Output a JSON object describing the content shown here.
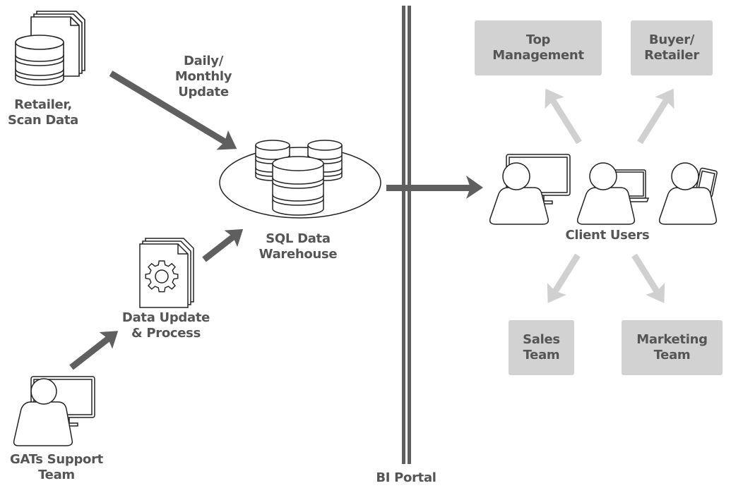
{
  "diagram": {
    "nodes": {
      "retailer_scan_data": {
        "label": "Retailer,\nScan Data",
        "icon": "database-documents-icon"
      },
      "sql_data_warehouse": {
        "label": "SQL Data\nWarehouse",
        "icon": "database-cluster-icon"
      },
      "data_update_process": {
        "label": "Data Update\n& Process",
        "icon": "gear-document-icon"
      },
      "gats_support_team": {
        "label": "GATs Support\nTeam",
        "icon": "user-desktop-icon"
      },
      "client_users": {
        "label": "Client Users",
        "icons": [
          "user-desktop-icon",
          "user-laptop-icon",
          "user-tablet-icon"
        ]
      },
      "bi_portal": {
        "label": "BI Portal",
        "icon": "double-line-divider"
      }
    },
    "edge_labels": {
      "retailer_to_warehouse": "Daily/\nMonthly\nUpdate"
    },
    "audience_boxes": [
      {
        "id": "top_management",
        "label": "Top\nManagement"
      },
      {
        "id": "buyer_retailer",
        "label": "Buyer/\nRetailer"
      },
      {
        "id": "sales_team",
        "label": "Sales\nTeam"
      },
      {
        "id": "marketing_team",
        "label": "Marketing\nTeam"
      }
    ],
    "edges": [
      {
        "from": "retailer_scan_data",
        "to": "sql_data_warehouse",
        "style": "dark"
      },
      {
        "from": "gats_support_team",
        "to": "data_update_process",
        "style": "dark"
      },
      {
        "from": "data_update_process",
        "to": "sql_data_warehouse",
        "style": "dark"
      },
      {
        "from": "sql_data_warehouse",
        "to": "client_users",
        "style": "dark",
        "crosses": "bi_portal"
      },
      {
        "from": "client_users",
        "to": "top_management",
        "style": "light"
      },
      {
        "from": "client_users",
        "to": "buyer_retailer",
        "style": "light"
      },
      {
        "from": "client_users",
        "to": "sales_team",
        "style": "light"
      },
      {
        "from": "client_users",
        "to": "marketing_team",
        "style": "light"
      }
    ],
    "colors": {
      "dark_arrow": "#5f5f5f",
      "light_arrow": "#d0d0d0",
      "box_fill": "#d2d2d2",
      "text": "#555555",
      "icon_stroke": "#222222"
    }
  }
}
